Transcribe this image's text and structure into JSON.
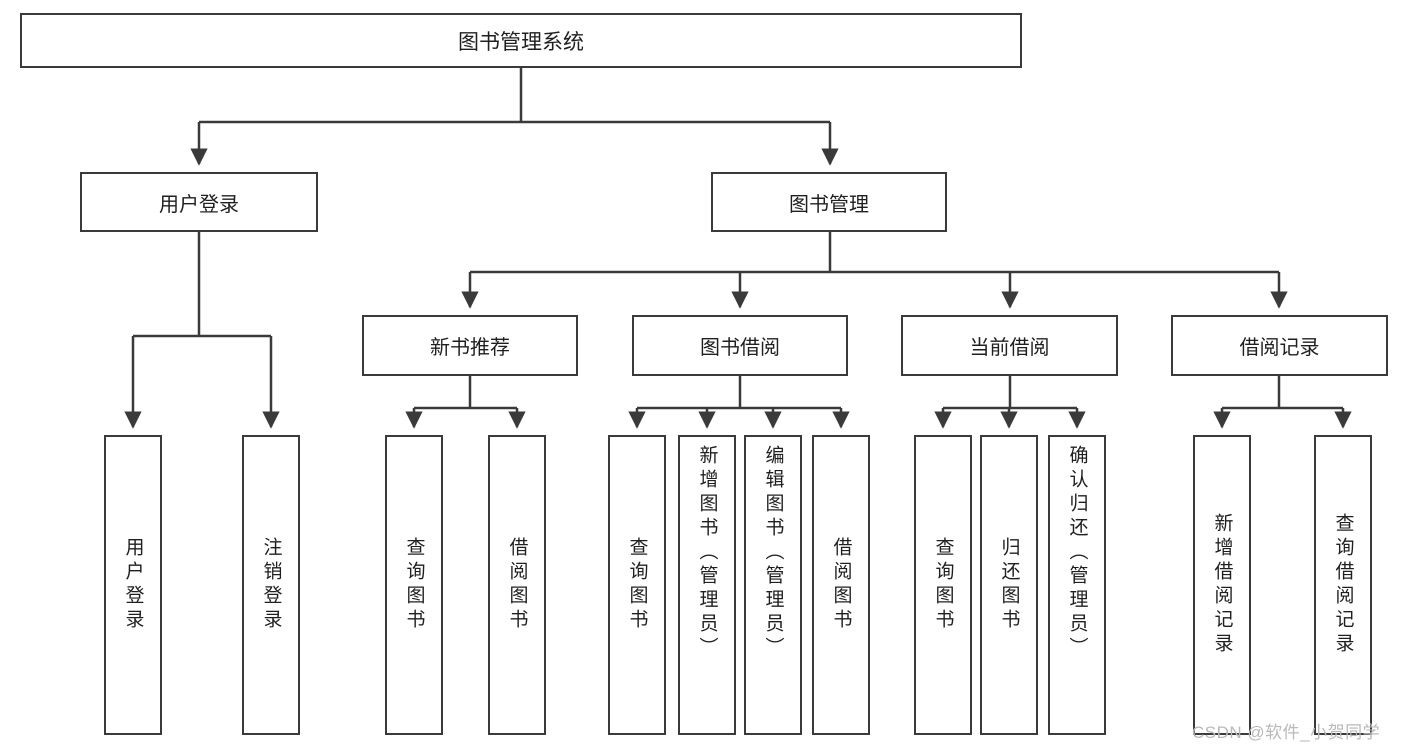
{
  "diagram": {
    "title": "图书管理系统",
    "type": "hierarchy-tree",
    "stroke_color": "#3a3a3a",
    "text_color": "#1f1f1f",
    "background": "#ffffff",
    "root": {
      "label": "图书管理系统"
    },
    "level2": [
      {
        "label": "用户登录"
      },
      {
        "label": "图书管理"
      }
    ],
    "level3": [
      {
        "label": "新书推荐"
      },
      {
        "label": "图书借阅"
      },
      {
        "label": "当前借阅"
      },
      {
        "label": "借阅记录"
      }
    ],
    "leaves": {
      "user_login": [
        {
          "label": "用户登录"
        },
        {
          "label": "注销登录"
        }
      ],
      "new_book_recommend": [
        {
          "label": "查询图书"
        },
        {
          "label": "借阅图书"
        }
      ],
      "book_borrow": [
        {
          "label": "查询图书"
        },
        {
          "label": "新增图书（管理员）"
        },
        {
          "label": "编辑图书（管理员）"
        },
        {
          "label": "借阅图书"
        }
      ],
      "current_borrow": [
        {
          "label": "查询图书"
        },
        {
          "label": "归还图书"
        },
        {
          "label": "确认归还（管理员）"
        }
      ],
      "borrow_record": [
        {
          "label": "新增借阅记录"
        },
        {
          "label": "查询借阅记录"
        }
      ]
    }
  },
  "watermark": {
    "text": "CSDN @软件_小贺同学",
    "color": "#b9b9b9"
  }
}
